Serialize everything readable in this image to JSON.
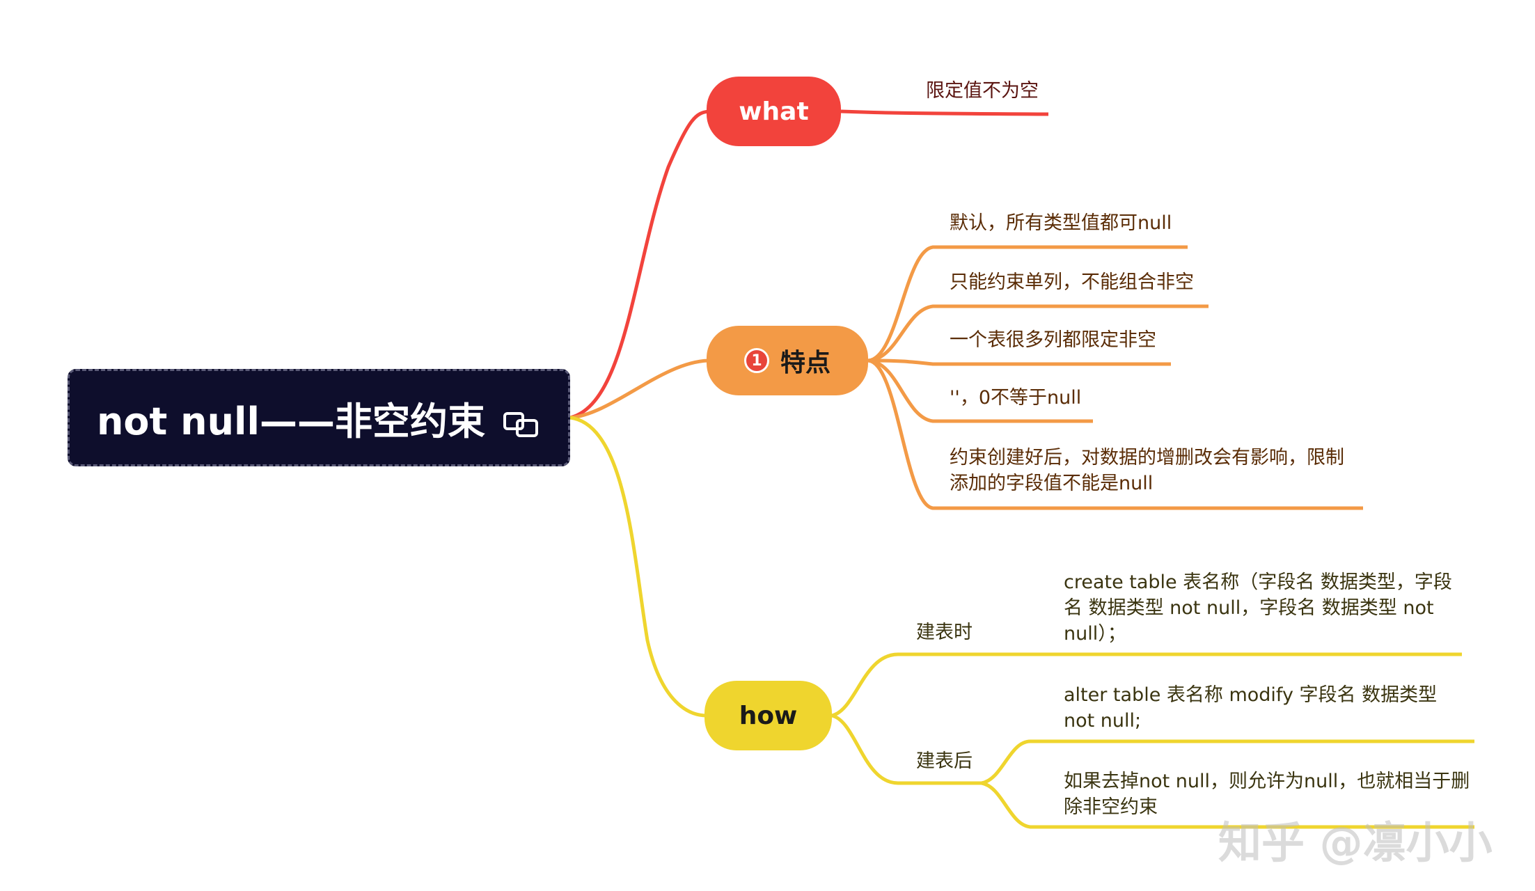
{
  "root": {
    "title": "not null——非空约束"
  },
  "colors": {
    "what": "#f2433c",
    "features": "#f39a46",
    "how": "#efd52e",
    "root_bg": "#0e0e2c"
  },
  "branches": {
    "what": {
      "label": "what",
      "items": [
        "限定值不为空"
      ]
    },
    "features": {
      "label": "特点",
      "badge": "1",
      "items": [
        "默认，所有类型值都可null",
        "只能约束单列，不能组合非空",
        "一个表很多列都限定非空",
        "''，0不等于null",
        "约束创建好后，对数据的增删改会有影响，限制",
        "添加的字段值不能是null"
      ]
    },
    "how": {
      "label": "how",
      "sub": [
        {
          "label": "建表时",
          "lines": [
            "create table 表名称（字段名 数据类型，字段",
            "名 数据类型 not null，字段名 数据类型 not",
            "null）；"
          ]
        },
        {
          "label": "建表后",
          "lines": [
            "alter table 表名称  modify  字段名  数据类型",
            "not null;",
            "如果去掉not null，则允许为null，也就相当于删",
            "除非空约束"
          ]
        }
      ]
    }
  },
  "watermark": "知乎 @凛小小",
  "icons": [
    "link-icon",
    "number-badge-icon"
  ]
}
